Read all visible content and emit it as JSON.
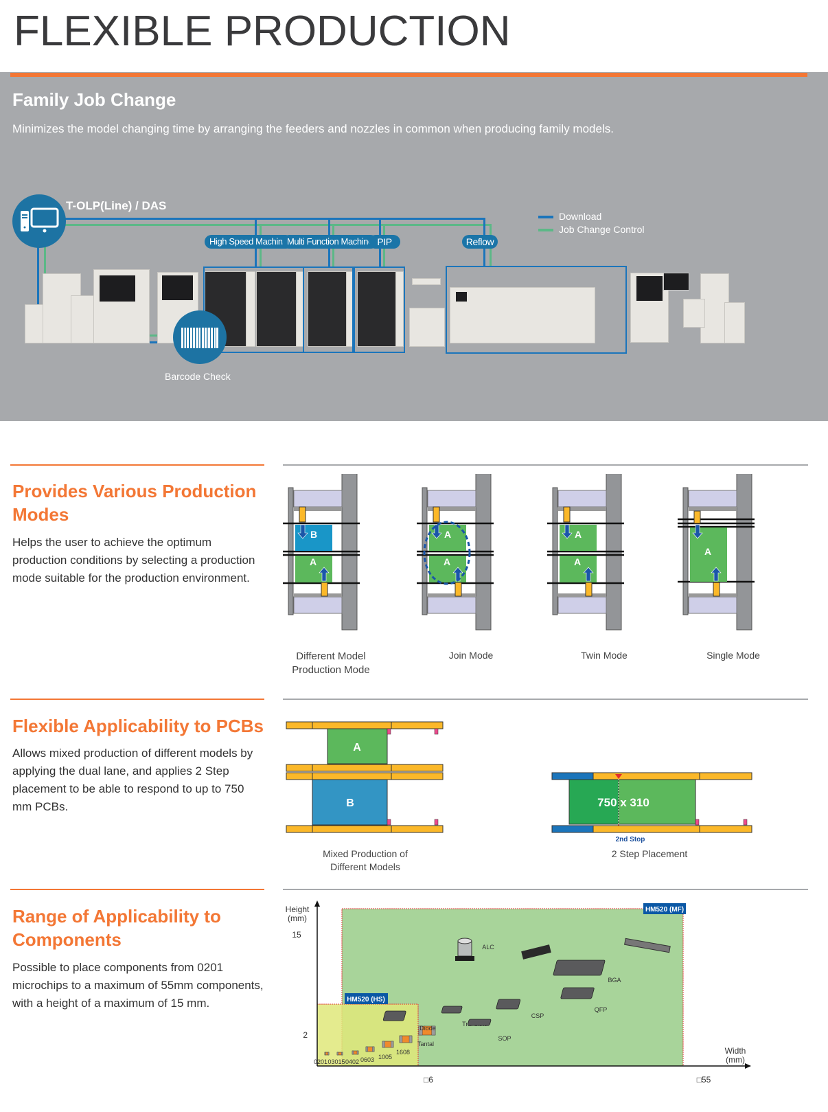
{
  "page": {
    "title": "FLEXIBLE PRODUCTION"
  },
  "colors": {
    "accent": "#f37735",
    "hero_bg": "#a7a9ac",
    "download": "#1b75bb",
    "job_change": "#5cb887",
    "board_a": "#5cb85c",
    "board_b": "#3395c4",
    "rail": "#fbb829",
    "hm_label": "#0b58a5"
  },
  "hero": {
    "title": "Family Job Change",
    "description": "Minimizes the model changing time by arranging the feeders and nozzles in common when producing family models.",
    "server_label": "T-OLP(Line) / DAS",
    "server_icon": "computer-monitor-icon",
    "barcode_icon": "barcode-icon",
    "barcode_label": "Barcode Check",
    "machine_labels": [
      "High Speed Machine",
      "Multi Function Machine",
      "PIP",
      "Reflow"
    ],
    "legend": [
      {
        "label": "Download",
        "color": "#1b75bb"
      },
      {
        "label": "Job Change Control",
        "color": "#5cb887"
      }
    ]
  },
  "sections": {
    "modes": {
      "title": "Provides Various Production Modes",
      "body": "Helps the user to achieve the optimum production conditions by selecting a production mode suitable for the production environment.",
      "diagrams": [
        {
          "caption_1": "Different Model",
          "caption_2": "Production Mode",
          "top": "B",
          "bottom": "A"
        },
        {
          "caption_1": "Join Mode",
          "caption_2": "",
          "top": "A",
          "bottom": "A"
        },
        {
          "caption_1": "Twin Mode",
          "caption_2": "",
          "top": "A",
          "bottom": "A"
        },
        {
          "caption_1": "Single Mode",
          "caption_2": "",
          "top": "A",
          "bottom": ""
        }
      ]
    },
    "pcbs": {
      "title": "Flexible Applicability to PCBs",
      "body": "Allows mixed production of different models by applying the dual lane, and applies 2 Step placement to be able to respond to up to 750 mm PCBs.",
      "mixed": {
        "board_a": "A",
        "board_b": "B",
        "caption_1": "Mixed Production of",
        "caption_2": "Different Models"
      },
      "two_step": {
        "board": "750 x 310",
        "stop_label": "2nd Stop",
        "caption": "2 Step Placement"
      }
    },
    "components": {
      "title": "Range of Applicability to Components",
      "body": "Possible to place components from 0201 microchips to a maximum of 55mm components, with a height of a maximum of 15 mm."
    }
  },
  "chart_data": {
    "type": "area",
    "title": "",
    "ylabel": "Height (mm)",
    "xlabel": "Width (mm)",
    "y_ticks": [
      "15",
      "2"
    ],
    "x_ticks": [
      "□6",
      "□55"
    ],
    "regions": [
      {
        "name": "HM520 (HS)",
        "max_width_mm": 6,
        "max_height_mm": 2,
        "color": "#dfe87a"
      },
      {
        "name": "HM520 (MF)",
        "max_width_mm": 55,
        "max_height_mm": 15,
        "color": "#a8d49a"
      }
    ],
    "components": [
      "0201",
      "03015",
      "0402",
      "0603",
      "1005",
      "1608",
      "Tantal",
      "Diode",
      "Transistor",
      "SOP",
      "CSP",
      "ALC",
      "QFP",
      "BGA"
    ]
  }
}
